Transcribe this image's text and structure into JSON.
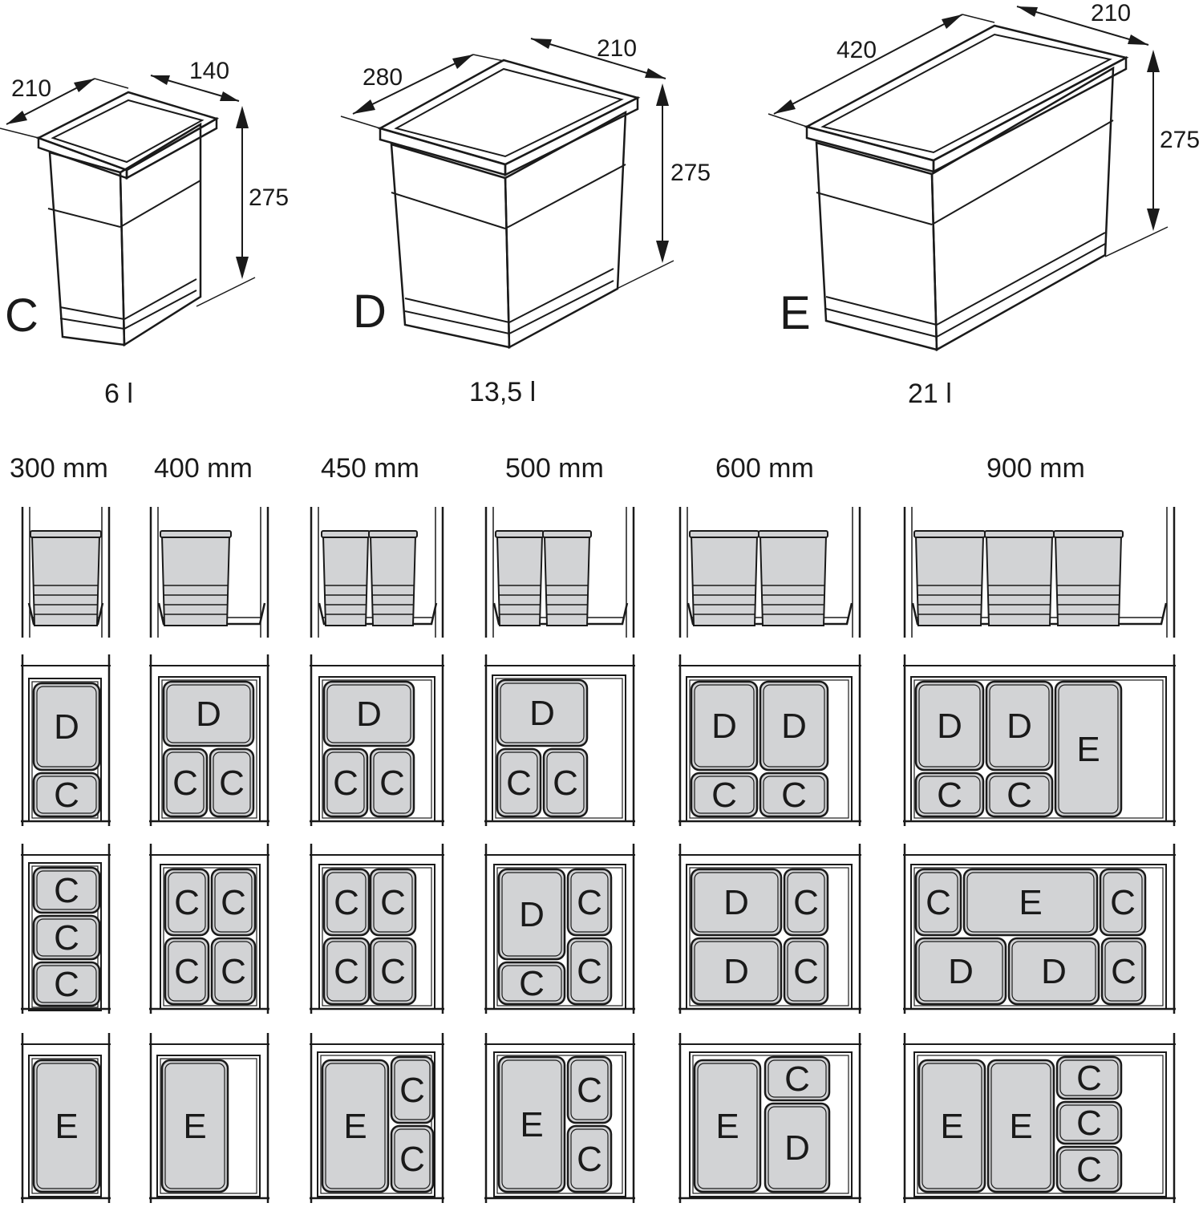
{
  "colors": {
    "bin": "#d2d3d5",
    "line": "#1a1a1a",
    "background": "#ffffff"
  },
  "bins": [
    {
      "letter": "C",
      "volume": "6 l",
      "width": "210",
      "depth": "140",
      "height": "275"
    },
    {
      "letter": "D",
      "volume": "13,5 l",
      "width": "280",
      "depth": "210",
      "height": "275"
    },
    {
      "letter": "E",
      "volume": "21 l",
      "width": "420",
      "depth": "210",
      "height": "275"
    }
  ],
  "cabinet_widths": [
    "300 mm",
    "400 mm",
    "450 mm",
    "500 mm",
    "600 mm",
    "900 mm"
  ],
  "layouts": {
    "row1": [
      [
        "D",
        "C"
      ],
      [
        "D",
        "C",
        "C"
      ],
      [
        "D",
        "C",
        "C"
      ],
      [
        "D",
        "C",
        "C"
      ],
      [
        "D",
        "D",
        "C",
        "C"
      ],
      [
        "D",
        "D",
        "E",
        "C",
        "C"
      ]
    ],
    "row2": [
      [
        "C",
        "C",
        "C"
      ],
      [
        "C",
        "C",
        "C",
        "C"
      ],
      [
        "C",
        "C",
        "C",
        "C"
      ],
      [
        "D",
        "C",
        "C",
        "C"
      ],
      [
        "D",
        "C",
        "D",
        "C"
      ],
      [
        "C",
        "E",
        "C",
        "D",
        "D",
        "C"
      ]
    ],
    "row3": [
      [
        "E"
      ],
      [
        "E"
      ],
      [
        "E",
        "C",
        "C"
      ],
      [
        "E",
        "C",
        "C"
      ],
      [
        "E",
        "C",
        "D"
      ],
      [
        "E",
        "E",
        "C",
        "C",
        "C"
      ]
    ]
  }
}
